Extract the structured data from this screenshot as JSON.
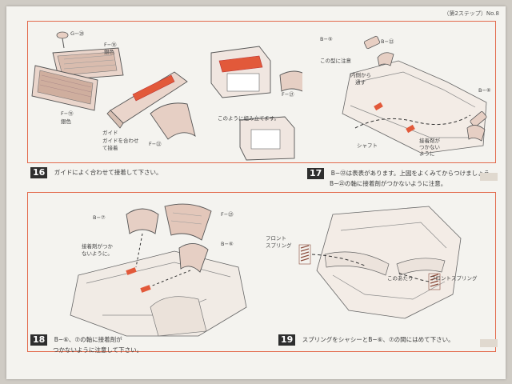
{
  "header": {
    "page_label": "（第2ステップ）No.8"
  },
  "steps": [
    {
      "number": "16",
      "caption": "ガイドによく合わせて接着して下さい。",
      "callouts": {
        "g": "G−⑳",
        "f_top": "F−⑱",
        "f_top_color": "銀色",
        "f_left": "F−⑲",
        "f_left_color": "銀色",
        "guide": "ガイド",
        "guide_align_1": "ガイドを合わせ",
        "guide_align_2": "て接着",
        "f_bottom": "F−㉒",
        "f_right": "F−㉑",
        "assembled": "このように組み立てます。"
      }
    },
    {
      "number": "17",
      "caption_line1": "B−㉒は表表があります。上図をよくみてからつけましょう。",
      "caption_line2": "B−㉒の軸に接着剤がつかないように注意。",
      "callouts": {
        "b_top1": "B−⑤",
        "b_top2": "B−㉒",
        "note_1": "この型に注意",
        "inner_1": "内側から",
        "inner_2": "通す",
        "shaft": "シャフト",
        "b_right": "B−⑥",
        "glue_1": "接着剤が",
        "glue_2": "つかない",
        "glue_3": "ように"
      }
    },
    {
      "number": "18",
      "caption_line1": "B−⑥、⑦の軸に接着剤が",
      "caption_line2": "つかないように注意して下さい。",
      "callouts": {
        "b7": "B−⑦",
        "f23": "F−㉓",
        "glue_1": "接着剤がつか",
        "glue_2": "ないように。",
        "b6": "B−⑥"
      }
    },
    {
      "number": "19",
      "caption": "スプリングをシャシーとB−⑥、⑦の間にはめて下さい。",
      "callouts": {
        "front_spring_l1": "フロント",
        "front_spring_l2": "スプリング",
        "front_spring_r": "フロントスプリング",
        "mid": "このあたり"
      }
    }
  ]
}
